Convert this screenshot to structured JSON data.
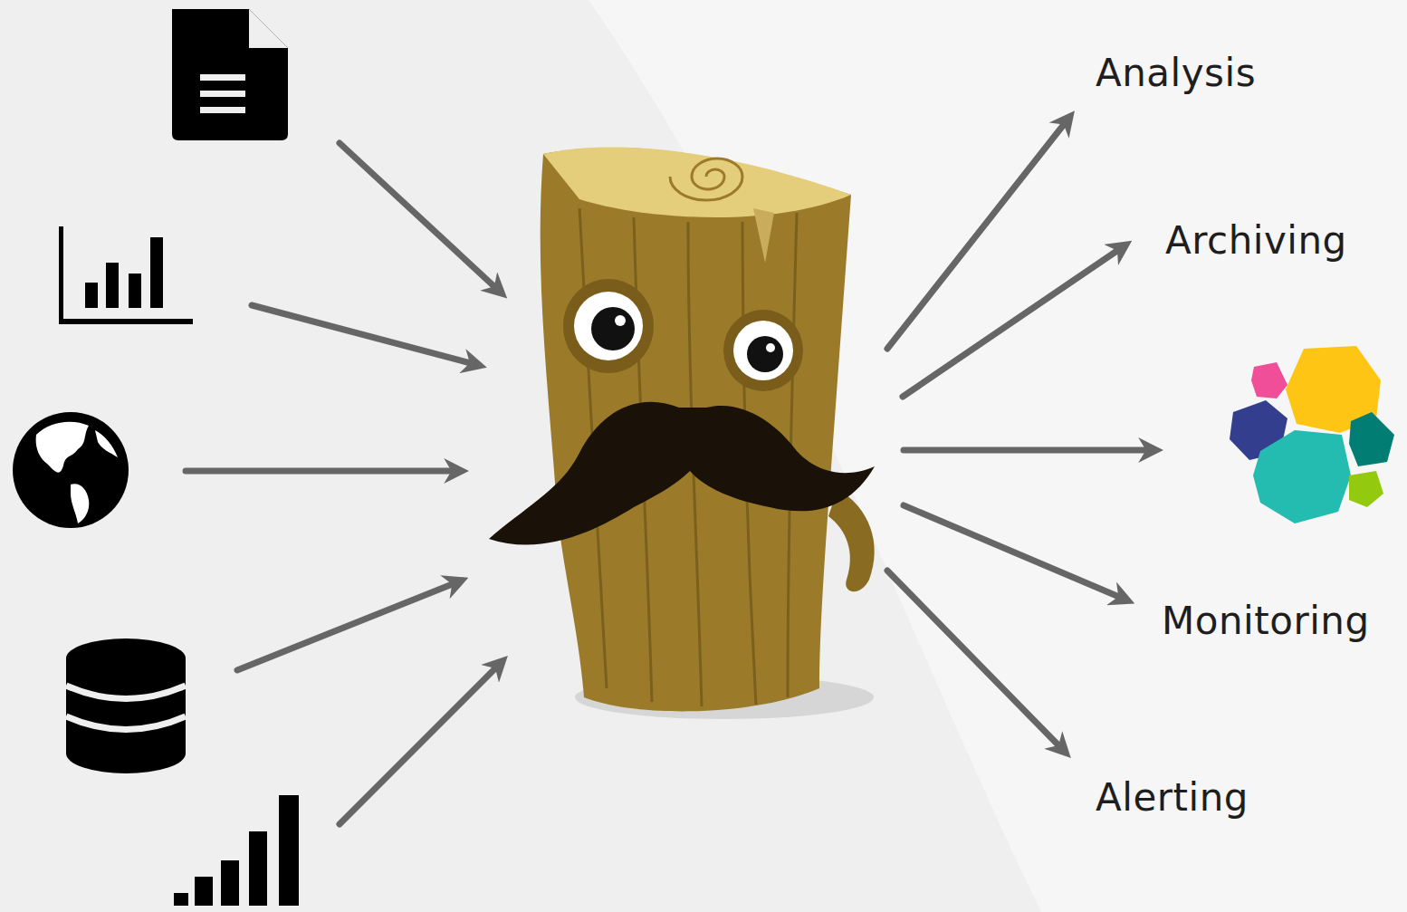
{
  "diagram": {
    "labels": [
      "Analysis",
      "Archiving",
      "Monitoring",
      "Alerting"
    ]
  }
}
